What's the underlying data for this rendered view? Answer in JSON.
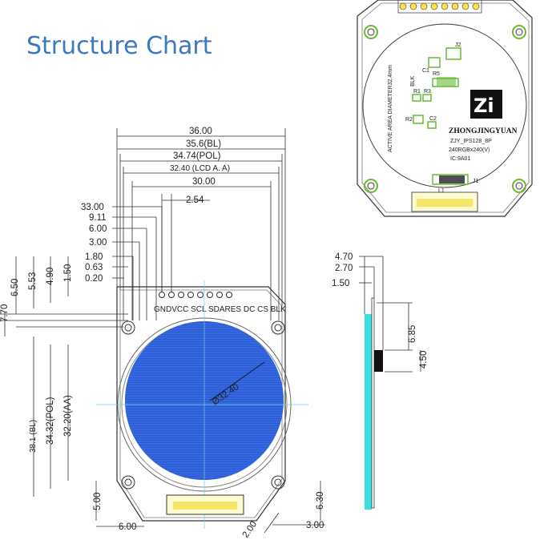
{
  "title": "Structure Chart",
  "front_view": {
    "top_dims": [
      "36.00",
      "35.6(BL)",
      "34.74(POL)",
      "32.40 (LCD A. A)",
      "30.00",
      "2.54"
    ],
    "left_offsets": [
      "33.00",
      "9.11",
      "6.00",
      "3.00",
      "1.80",
      "0.63",
      "0.20"
    ],
    "vertical_dims": [
      "6.50",
      "5.53",
      "4.90",
      "1.50"
    ],
    "left_height_dims": [
      "7.70",
      "38.1 (BL)",
      "34.32(POL)",
      "32.20(AA)"
    ],
    "pin_labels": "GNDVCC SCL SDARES DC  CS  BLK",
    "circle_dim": "Ø32.40",
    "bottom_dims": [
      "5.00",
      "6.00",
      "2.00",
      "3.00",
      "6.30"
    ]
  },
  "side_view": {
    "dims": [
      "4.70",
      "2.70",
      "1.50",
      "6.85",
      "4.50"
    ]
  },
  "pcb_back": {
    "active_area_text": "ACTIVE  AREA  DIAMETER32.4mm",
    "brand": "ZHONGJINGYUAN",
    "model": "ZJY_IPS128_8P",
    "resolution": "240RGBx240(V)",
    "ic": "IC:9A01",
    "pin_letters": "BLK",
    "logo_glyph": "Zi",
    "component_labels": [
      "J2",
      "R1",
      "R2",
      "R3",
      "R5",
      "C1",
      "C2",
      "L1",
      "J1"
    ]
  },
  "colors": {
    "title": "#3a78c0",
    "lcd_fill": "#2a5bd6",
    "side_glass": "#39e0e0",
    "pcb_green": "#66bb33"
  }
}
